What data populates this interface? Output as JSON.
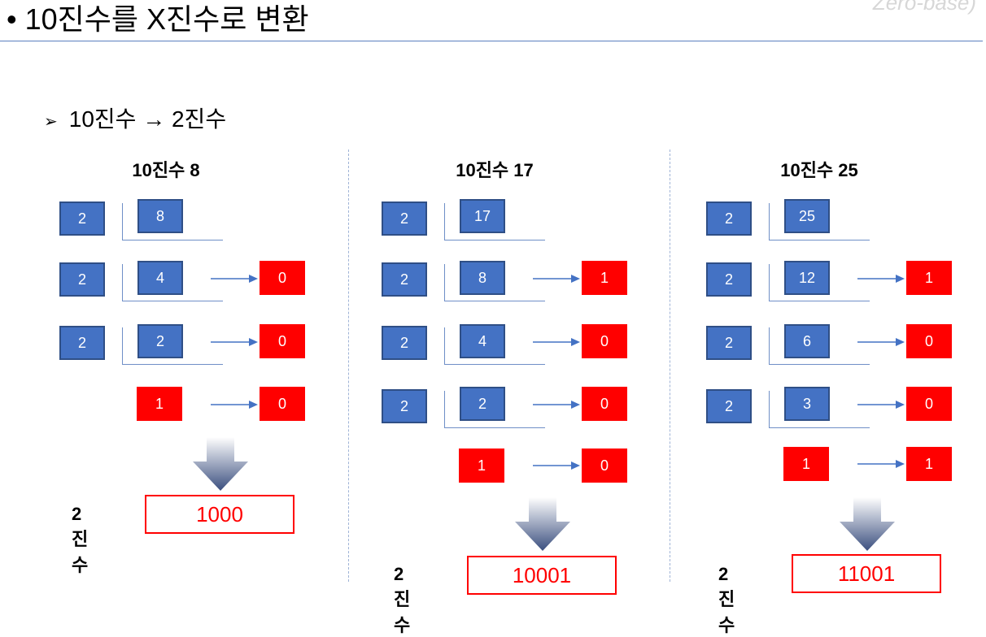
{
  "header": {
    "title": "• 10진수를 X진수로 변환",
    "watermark": "Zero-base)"
  },
  "subtitle": {
    "bullet": "➢",
    "text": "10진수 → 2진수"
  },
  "columns": [
    {
      "title": "10진수 8",
      "divisor": "2",
      "quotients": [
        "8",
        "4",
        "2"
      ],
      "final_quotient": "1",
      "remainders": [
        "0",
        "0",
        "0"
      ],
      "result_label": "2진수",
      "result": "1000"
    },
    {
      "title": "10진수 17",
      "divisor": "2",
      "quotients": [
        "17",
        "8",
        "4",
        "2"
      ],
      "final_quotient": "1",
      "remainders": [
        "1",
        "0",
        "0",
        "0"
      ],
      "result_label": "2진수",
      "result": "10001"
    },
    {
      "title": "10진수 25",
      "divisor": "2",
      "quotients": [
        "25",
        "12",
        "6",
        "3"
      ],
      "final_quotient": "1",
      "remainders": [
        "1",
        "0",
        "0",
        "1"
      ],
      "result_label": "2진수",
      "result": "11001"
    }
  ],
  "colors": {
    "quotient_box": "#4472c4",
    "remainder_box": "#ff0000",
    "arrow": "#4472c4",
    "result_border": "#ff0000"
  }
}
